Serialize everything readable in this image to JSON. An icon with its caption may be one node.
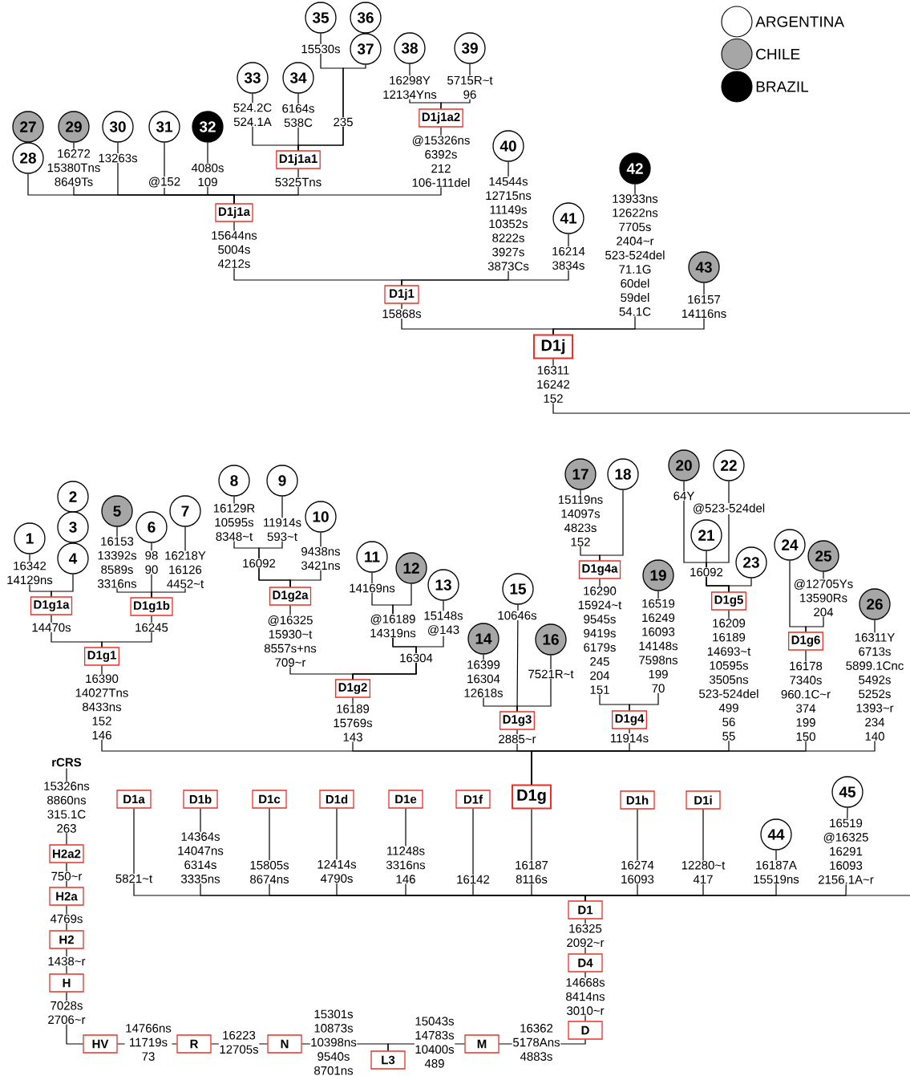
{
  "diagram": {
    "nodes": [
      {
        "text": [
          "1"
        ]
      },
      {
        "text": [
          "2"
        ]
      },
      {
        "text": [
          "3"
        ]
      },
      {
        "text": [
          "4"
        ]
      },
      {
        "text": [
          "5"
        ]
      },
      {
        "text": [
          "6"
        ]
      },
      {
        "text": [
          "7"
        ]
      },
      {
        "text": [
          "8"
        ]
      },
      {
        "text": [
          "9"
        ]
      },
      {
        "text": [
          "10"
        ]
      },
      {
        "text": [
          "11"
        ]
      },
      {
        "text": [
          "12"
        ]
      },
      {
        "text": [
          "13"
        ]
      },
      {
        "text": [
          "14"
        ]
      },
      {
        "text": [
          "15"
        ]
      },
      {
        "text": [
          "16"
        ]
      },
      {
        "text": [
          "17"
        ]
      },
      {
        "text": [
          "18"
        ]
      },
      {
        "text": [
          "19"
        ]
      },
      {
        "text": [
          "20"
        ]
      },
      {
        "text": [
          "21"
        ]
      },
      {
        "text": [
          "22"
        ]
      },
      {
        "text": [
          "23"
        ]
      },
      {
        "text": [
          "24"
        ]
      },
      {
        "text": [
          "25"
        ]
      },
      {
        "text": [
          "26"
        ]
      },
      {
        "text": [
          "27"
        ]
      },
      {
        "text": [
          "28"
        ]
      },
      {
        "text": [
          "29"
        ]
      },
      {
        "text": [
          "30"
        ]
      },
      {
        "text": [
          "31"
        ]
      },
      {
        "text": [
          "32"
        ]
      },
      {
        "text": [
          "33"
        ]
      },
      {
        "text": [
          "34"
        ]
      },
      {
        "text": [
          "35"
        ]
      },
      {
        "text": [
          "36"
        ]
      },
      {
        "text": [
          "37"
        ]
      },
      {
        "text": [
          "38"
        ]
      },
      {
        "text": [
          "39"
        ]
      },
      {
        "text": [
          "40"
        ]
      },
      {
        "text": [
          "41"
        ]
      },
      {
        "text": [
          "42"
        ]
      },
      {
        "text": [
          "43"
        ]
      },
      {
        "text": [
          "44"
        ]
      },
      {
        "text": [
          "45"
        ]
      },
      {
        "text": [
          "D1g1a"
        ]
      },
      {
        "text": [
          "D1g1b"
        ]
      },
      {
        "text": [
          "D1g1"
        ]
      },
      {
        "text": [
          "D1g2a"
        ]
      },
      {
        "text": [
          "D1g2"
        ]
      },
      {
        "text": [
          "D1g3"
        ]
      },
      {
        "text": [
          "D1g4a"
        ]
      },
      {
        "text": [
          "D1g4"
        ]
      },
      {
        "text": [
          "D1g5"
        ]
      },
      {
        "text": [
          "D1g6"
        ]
      },
      {
        "text": [
          "D1g"
        ]
      },
      {
        "text": [
          "D1a"
        ]
      },
      {
        "text": [
          "D1b"
        ]
      },
      {
        "text": [
          "D1c"
        ]
      },
      {
        "text": [
          "D1d"
        ]
      },
      {
        "text": [
          "D1e"
        ]
      },
      {
        "text": [
          "D1f"
        ]
      },
      {
        "text": [
          "D1h"
        ]
      },
      {
        "text": [
          "D1i"
        ]
      },
      {
        "text": [
          "D1"
        ]
      },
      {
        "text": [
          "D4"
        ]
      },
      {
        "text": [
          "D"
        ]
      },
      {
        "text": [
          "M"
        ]
      },
      {
        "text": [
          "L3"
        ]
      },
      {
        "text": [
          "N"
        ]
      },
      {
        "text": [
          "R"
        ]
      },
      {
        "text": [
          "HV"
        ]
      },
      {
        "text": [
          "H"
        ]
      },
      {
        "text": [
          "H2"
        ]
      },
      {
        "text": [
          "H2a"
        ]
      },
      {
        "text": [
          "H2a2"
        ]
      },
      {
        "text": [
          "rCRS"
        ]
      },
      {
        "text": [
          "D1j1a1"
        ]
      },
      {
        "text": [
          "D1j1a2"
        ]
      },
      {
        "text": [
          "D1j1a"
        ]
      },
      {
        "text": [
          "D1j1"
        ]
      },
      {
        "text": [
          "D1j"
        ]
      }
    ],
    "edges": [
      {
        "from": 79,
        "to": 27,
        "arrow": "none"
      },
      {
        "from": 79,
        "to": 28,
        "arrow": "none",
        "label": "16272 15380Tns 8649Ts"
      },
      {
        "from": 79,
        "to": 29,
        "arrow": "none",
        "label": "13263s"
      },
      {
        "from": 79,
        "to": 30,
        "arrow": "none",
        "label": "@152"
      },
      {
        "from": 79,
        "to": 31,
        "arrow": "none",
        "label": "4080s 109"
      },
      {
        "from": 79,
        "to": 77,
        "arrow": "none",
        "label": "5325Tns"
      },
      {
        "from": 79,
        "to": 78,
        "arrow": "none",
        "label": "@15326ns 6392s 212 106-111del"
      },
      {
        "from": 77,
        "to": 32,
        "arrow": "none",
        "label": "524.2C 524.1A"
      },
      {
        "from": 77,
        "to": 33,
        "arrow": "none",
        "label": "6164s 538C"
      },
      {
        "from": 77,
        "to": 34,
        "arrow": "none",
        "label": "15530s"
      },
      {
        "from": 77,
        "to": 36,
        "arrow": "none"
      },
      {
        "from": 78,
        "to": 37,
        "arrow": "none",
        "label": "16298Y 12134Yns"
      },
      {
        "from": 78,
        "to": 38,
        "arrow": "none",
        "label": "5715R~t 96"
      },
      {
        "from": 80,
        "to": 79,
        "arrow": "none",
        "label": "15644ns 5004s 4212s"
      },
      {
        "from": 80,
        "to": 39,
        "arrow": "none",
        "label": "14544s 12715ns 11149s 10352s 8222s 3927s 3873Cs"
      },
      {
        "from": 80,
        "to": 40,
        "arrow": "none",
        "label": "16214 3834s"
      },
      {
        "from": 81,
        "to": 80,
        "arrow": "none",
        "label": "15868s"
      },
      {
        "from": 81,
        "to": 41,
        "arrow": "none",
        "label": "13933ns 12622ns 7705s 2404~r 523-524del 71.1G 60del 59del 54.1C"
      },
      {
        "from": 81,
        "to": 42,
        "arrow": "none",
        "label": "16157 14116ns"
      },
      {
        "from": 45,
        "to": 0,
        "arrow": "none",
        "label": "16342 14129ns"
      },
      {
        "from": 45,
        "to": 3,
        "arrow": "none"
      },
      {
        "from": 46,
        "to": 4,
        "arrow": "none",
        "label": "16153 13392s 8589s 3316ns"
      },
      {
        "from": 46,
        "to": 5,
        "arrow": "none",
        "label": "98 90"
      },
      {
        "from": 46,
        "to": 6,
        "arrow": "none",
        "label": "16218Y 16126 4452~t"
      },
      {
        "from": 47,
        "to": 45,
        "arrow": "none",
        "label": "14470s"
      },
      {
        "from": 47,
        "to": 46,
        "arrow": "none",
        "label": "16245"
      },
      {
        "from": 48,
        "to": 7,
        "arrow": "none",
        "label": "16129R 10595s 8348~t"
      },
      {
        "from": 48,
        "to": 8,
        "arrow": "none",
        "label": "11914s 593~t"
      },
      {
        "from": 48,
        "to": 9,
        "arrow": "none",
        "label": "9438ns 3421ns"
      },
      {
        "from": 49,
        "to": 48,
        "arrow": "none",
        "label": "@16325 15930~t 8557s+ns 709~r"
      },
      {
        "from": 49,
        "to": 10,
        "arrow": "none",
        "label": "14169ns"
      },
      {
        "from": 49,
        "to": 11,
        "arrow": "none"
      },
      {
        "from": 49,
        "to": 12,
        "arrow": "none",
        "label": "15148s @143"
      },
      {
        "from": 50,
        "to": 13,
        "arrow": "none",
        "label": "16399 16304 12618s"
      },
      {
        "from": 50,
        "to": 14,
        "arrow": "none",
        "label": "10646s"
      },
      {
        "from": 50,
        "to": 15,
        "arrow": "none",
        "label": "7521R~t"
      },
      {
        "from": 51,
        "to": 16,
        "arrow": "none",
        "label": "15119ns 14097s 4823s 152"
      },
      {
        "from": 51,
        "to": 17,
        "arrow": "none"
      },
      {
        "from": 52,
        "to": 51,
        "arrow": "none",
        "label": "16290 15924~t 9545s 9419s 6179s 245 204 151"
      },
      {
        "from": 52,
        "to": 18,
        "arrow": "none",
        "label": "16519 16249 16093 14148s 7598ns 199 70"
      },
      {
        "from": 53,
        "to": 19,
        "arrow": "none",
        "label": "64Y"
      },
      {
        "from": 53,
        "to": 20,
        "arrow": "none"
      },
      {
        "from": 53,
        "to": 21,
        "arrow": "none",
        "label": "@523-524del"
      },
      {
        "from": 53,
        "to": 22,
        "arrow": "none"
      },
      {
        "from": 54,
        "to": 23,
        "arrow": "none"
      },
      {
        "from": 54,
        "to": 24,
        "arrow": "none",
        "label": "@12705Ys 13590Rs 204"
      },
      {
        "from": 55,
        "to": 47,
        "arrow": "none",
        "label": "16390 14027Tns 8433ns 152 146"
      },
      {
        "from": 55,
        "to": 49,
        "arrow": "none",
        "label": "16189 15769s 143"
      },
      {
        "from": 55,
        "to": 50,
        "arrow": "none",
        "label": "2885~r"
      },
      {
        "from": 55,
        "to": 52,
        "arrow": "none",
        "label": "11914s"
      },
      {
        "from": 55,
        "to": 53,
        "arrow": "none",
        "label": "16209 16189 14693~t 10595s 3505ns 523-524del 499 56 55"
      },
      {
        "from": 55,
        "to": 54,
        "arrow": "none",
        "label": "16178 7340s 960.1C~r 374 199 150"
      },
      {
        "from": 55,
        "to": 25,
        "arrow": "none",
        "label": "16311Y 6713s 5899.1Cnc 5492s 5252s 1393~r 234 140"
      },
      {
        "from": 64,
        "to": 56,
        "arrow": "none",
        "label": "5821~t"
      },
      {
        "from": 64,
        "to": 57,
        "arrow": "none",
        "label": "14364s 14047ns 6314s 3335ns"
      },
      {
        "from": 64,
        "to": 58,
        "arrow": "none",
        "label": "15805s 8674ns"
      },
      {
        "from": 64,
        "to": 59,
        "arrow": "none",
        "label": "12414s 4790s"
      },
      {
        "from": 64,
        "to": 60,
        "arrow": "none",
        "label": "11248s 3316ns 146"
      },
      {
        "from": 64,
        "to": 61,
        "arrow": "none",
        "label": "16142"
      },
      {
        "from": 64,
        "to": 55,
        "arrow": "none",
        "label": "16187 8116s"
      },
      {
        "from": 64,
        "to": 62,
        "arrow": "none",
        "label": "16274 16093"
      },
      {
        "from": 64,
        "to": 63,
        "arrow": "none",
        "label": "12280~t 417"
      },
      {
        "from": 64,
        "to": 43,
        "arrow": "none",
        "label": "16187A 15519ns"
      },
      {
        "from": 64,
        "to": 44,
        "arrow": "none",
        "label": "16519 @16325 16291 16093 2156.1A~r"
      },
      {
        "from": 64,
        "to": 81,
        "arrow": "none",
        "label": "16311 16242 152"
      },
      {
        "from": 66,
        "to": 65,
        "arrow": "none",
        "label": "14668s 8414ns 3010~r"
      },
      {
        "from": 65,
        "to": 64,
        "arrow": "none",
        "label": "16325 2092~r"
      },
      {
        "from": 67,
        "to": 66,
        "arrow": "none",
        "label": "16362 5178Ans 4883s"
      },
      {
        "from": 68,
        "to": 67,
        "arrow": "none",
        "label": "15043s 14783s 10400s 489"
      },
      {
        "from": 68,
        "to": 69,
        "arrow": "none",
        "label": "15301s 10873s 10398ns 9540s 8701ns"
      },
      {
        "from": 69,
        "to": 70,
        "arrow": "none",
        "label": "16223 12705s"
      },
      {
        "from": 70,
        "to": 71,
        "arrow": "none",
        "label": "14766ns 11719s 73"
      },
      {
        "from": 71,
        "to": 72,
        "arrow": "none",
        "label": "7028s 2706~r"
      },
      {
        "from": 72,
        "to": 73,
        "arrow": "none",
        "label": "1438~r"
      },
      {
        "from": 73,
        "to": 74,
        "arrow": "none",
        "label": "4769s"
      },
      {
        "from": 74,
        "to": 75,
        "arrow": "none",
        "label": "750~r"
      },
      {
        "from": 75,
        "to": 76,
        "arrow": "none",
        "label": "15326ns 8860ns 315.1C 263"
      }
    ],
    "labels": [
      "235",
      "16092",
      "16304",
      "@16189 14319ns",
      "16092"
    ],
    "legend": [
      {
        "text": "ARGENTINA"
      },
      {
        "text": "CHILE",
        "color": "#a6a6a6"
      },
      {
        "text": "BRAZIL",
        "color": "#000000"
      }
    ]
  }
}
